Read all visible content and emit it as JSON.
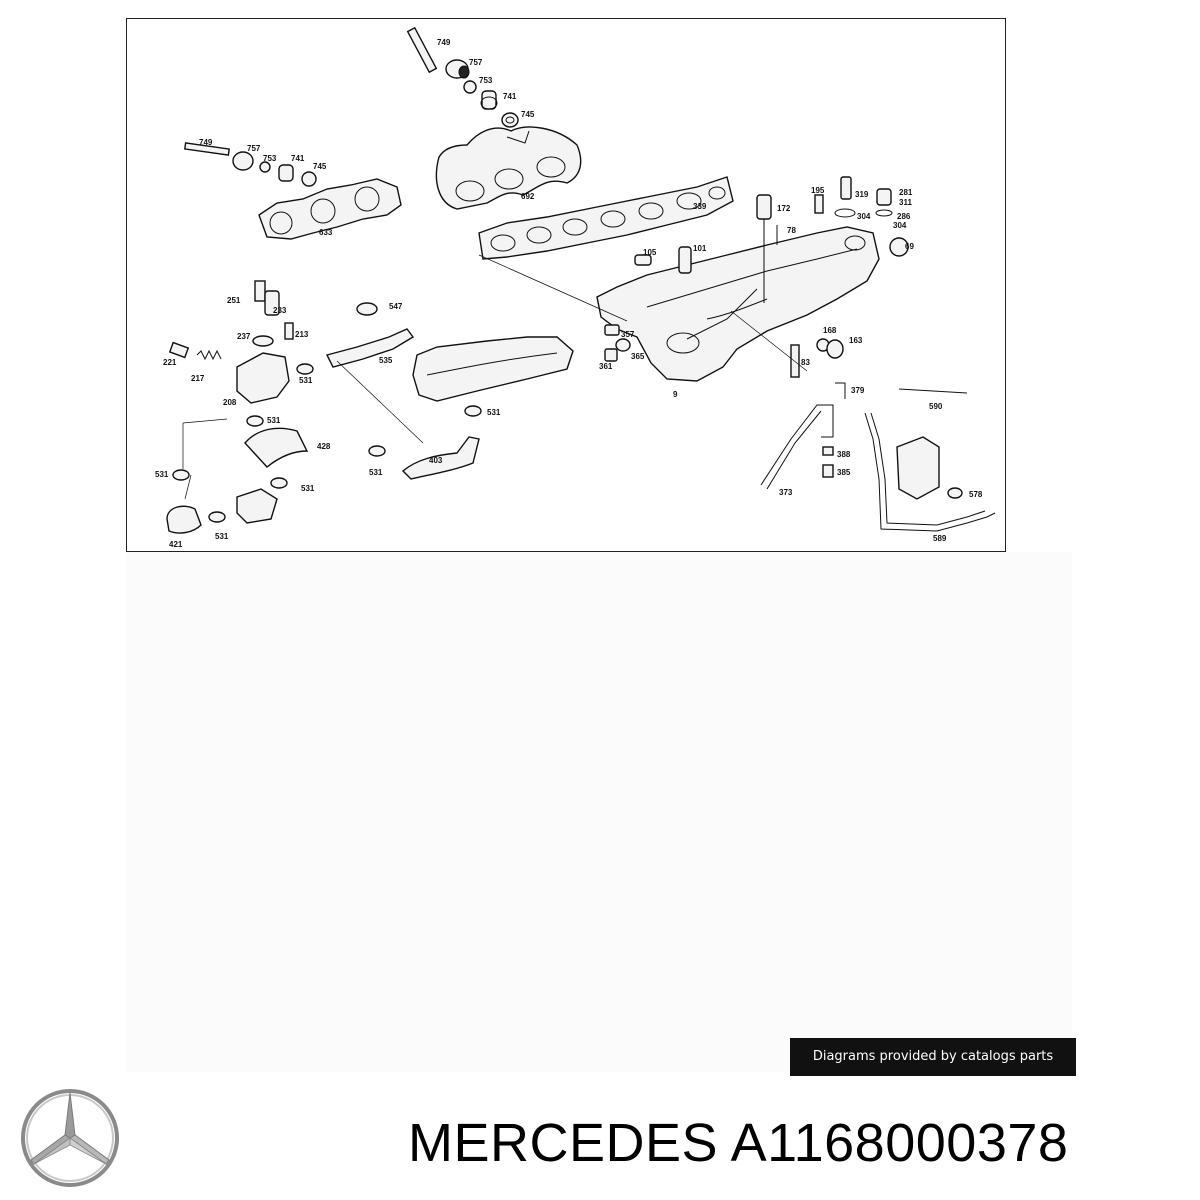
{
  "diagram": {
    "callouts": [
      "749",
      "757",
      "753",
      "741",
      "745",
      "749",
      "757",
      "753",
      "741",
      "745",
      "633",
      "692",
      "339",
      "195",
      "319",
      "281",
      "311",
      "304",
      "286",
      "304",
      "172",
      "78",
      "69",
      "105",
      "101",
      "251",
      "233",
      "237",
      "213",
      "547",
      "221",
      "217",
      "535",
      "357",
      "365",
      "361",
      "168",
      "163",
      "83",
      "9",
      "208",
      "531",
      "531",
      "379",
      "590",
      "531",
      "428",
      "403",
      "531",
      "388",
      "385",
      "531",
      "531",
      "373",
      "578",
      "421",
      "531",
      "589"
    ]
  },
  "credit": "Diagrams provided by catalogs parts",
  "brand": {
    "logo_icon": "three-pointed-star-icon"
  },
  "title": {
    "brand": "MERCEDES",
    "part_number": "A1168000378"
  }
}
